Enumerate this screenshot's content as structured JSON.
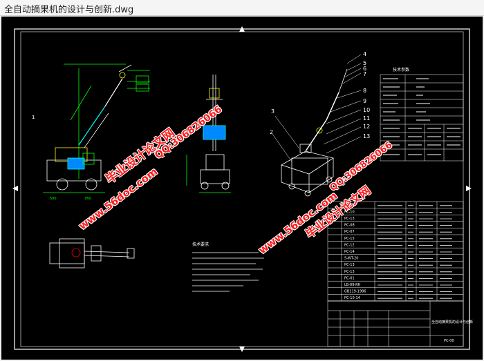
{
  "window": {
    "title": "全自动摘果机的设计与创新.dwg"
  },
  "drawing": {
    "callouts": [
      "1",
      "2",
      "3",
      "4",
      "5",
      "6",
      "7",
      "8",
      "9",
      "10",
      "11",
      "12",
      "13"
    ],
    "tech_params_title": "技术参数",
    "tech_notes_title": "技术要求",
    "parts_list": [
      "PC-11",
      "PC-10",
      "PC-13",
      "PC-08",
      "PC-07",
      "PC-15",
      "PC-12",
      "PC-14",
      "S-WT-20",
      "PC-13",
      "PC-13",
      "PC-01",
      "LB-09-RH",
      "GB119-1986",
      "PC-10-14"
    ],
    "title_block": {
      "drawing_name": "全自动摘果机的设计与创新",
      "drawing_no": "PC-00"
    }
  },
  "watermarks": {
    "brand_text": "毕业设计论文网",
    "url_text": "www.56doc.com",
    "qq_text": "QQ:306826066"
  },
  "colors": {
    "background": "#000000",
    "line_white": "#ffffff",
    "line_yellow": "#ffff00",
    "line_green": "#00ff00",
    "line_cyan": "#00ffff",
    "watermark_red": "#ff1a1a"
  }
}
